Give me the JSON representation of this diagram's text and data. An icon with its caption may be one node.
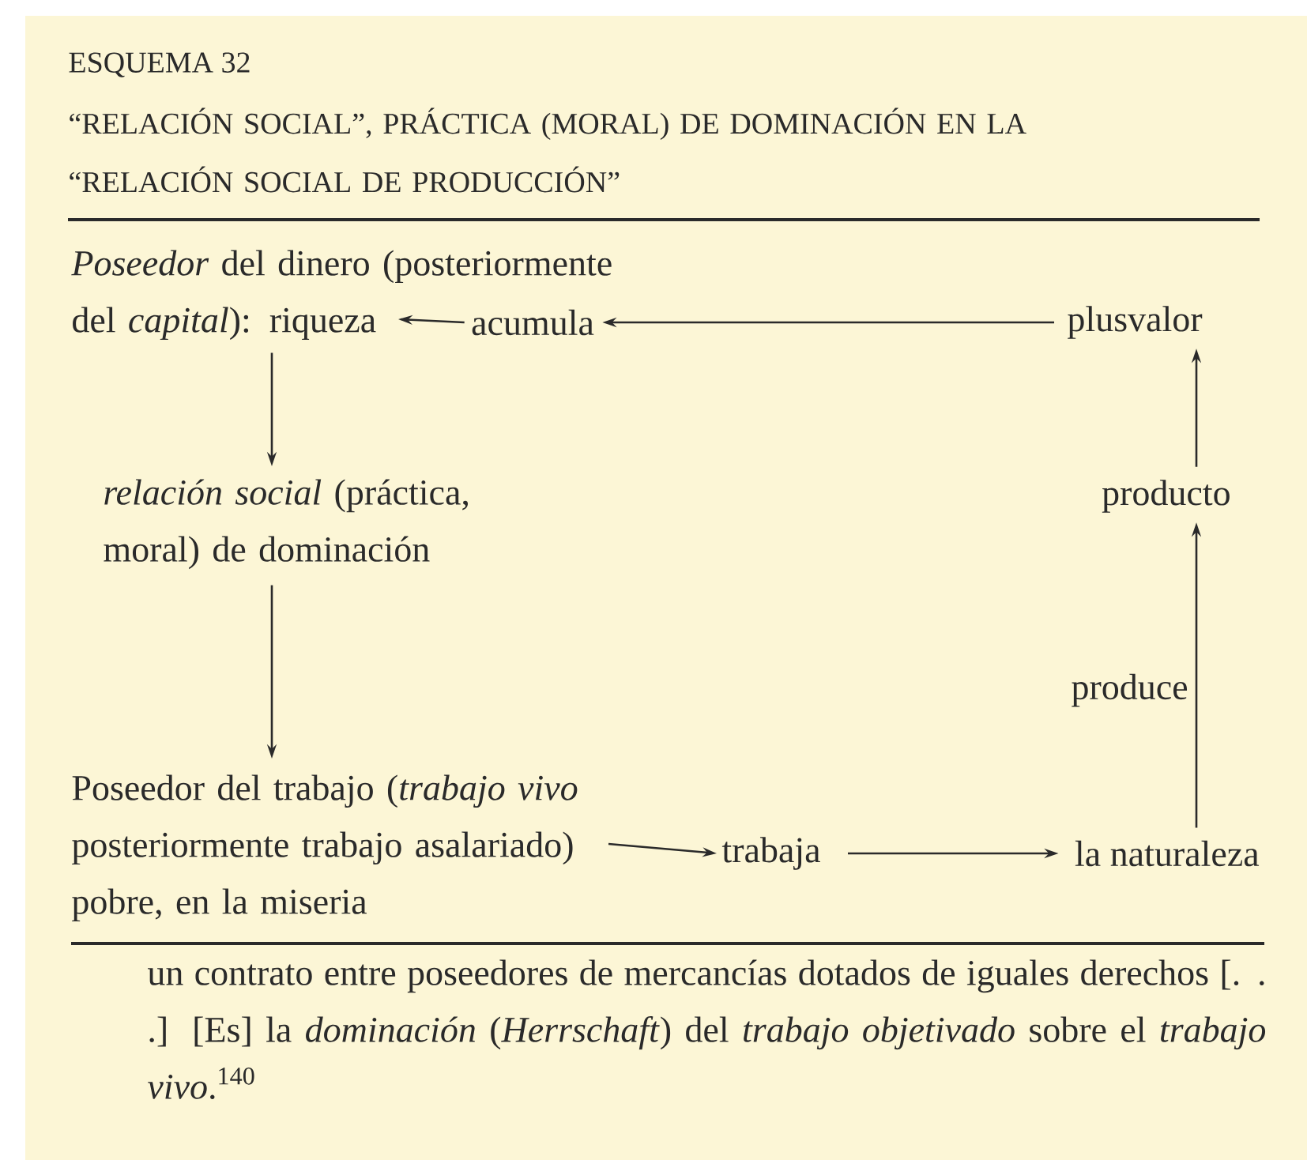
{
  "diagram": {
    "title": "ESQUEMA 32",
    "labels": [
      "“RELACIÓN SOCIAL”, PRÁCTICA (MORAL) DE DOMINACIÓN EN LA “RELACIÓN SOCIAL DE PRODUCCIÓN”"
    ],
    "nodes": [
      {
        "text": [
          "*Poseedor* del dinero (posteriormente del *capital*): riqueza"
        ]
      },
      {
        "text": [
          "acumula"
        ]
      },
      {
        "text": [
          "plusvalor"
        ]
      },
      {
        "text": [
          "*relación social* (práctica, moral) de dominación"
        ]
      },
      {
        "text": [
          "producto"
        ]
      },
      {
        "text": [
          "Poseedor del trabajo (*trabajo vivo* posteriormente trabajo asalariado) pobre, en la miseria"
        ]
      },
      {
        "text": [
          "trabaja"
        ]
      },
      {
        "text": [
          "la naturaleza"
        ]
      }
    ],
    "edges": [
      {
        "from": 1,
        "to": 0,
        "arrow": "to"
      },
      {
        "from": 2,
        "to": 1,
        "arrow": "to"
      },
      {
        "from": 0,
        "to": 3,
        "arrow": "to"
      },
      {
        "from": 3,
        "to": 5,
        "arrow": "to"
      },
      {
        "from": 5,
        "to": 6,
        "arrow": "to"
      },
      {
        "from": 6,
        "to": 7,
        "arrow": "to"
      },
      {
        "from": 7,
        "to": 4,
        "arrow": "to",
        "label": "produce"
      },
      {
        "from": 4,
        "to": 2,
        "arrow": "to"
      }
    ],
    "caption": "un contrato entre poseedores de mercancías dotados de iguales derechos [. . .] [Es] la *dominación* (*Herrschaft*) del *trabajo objetivado* sobre el *trabajo vivo*.$^{140}$"
  }
}
